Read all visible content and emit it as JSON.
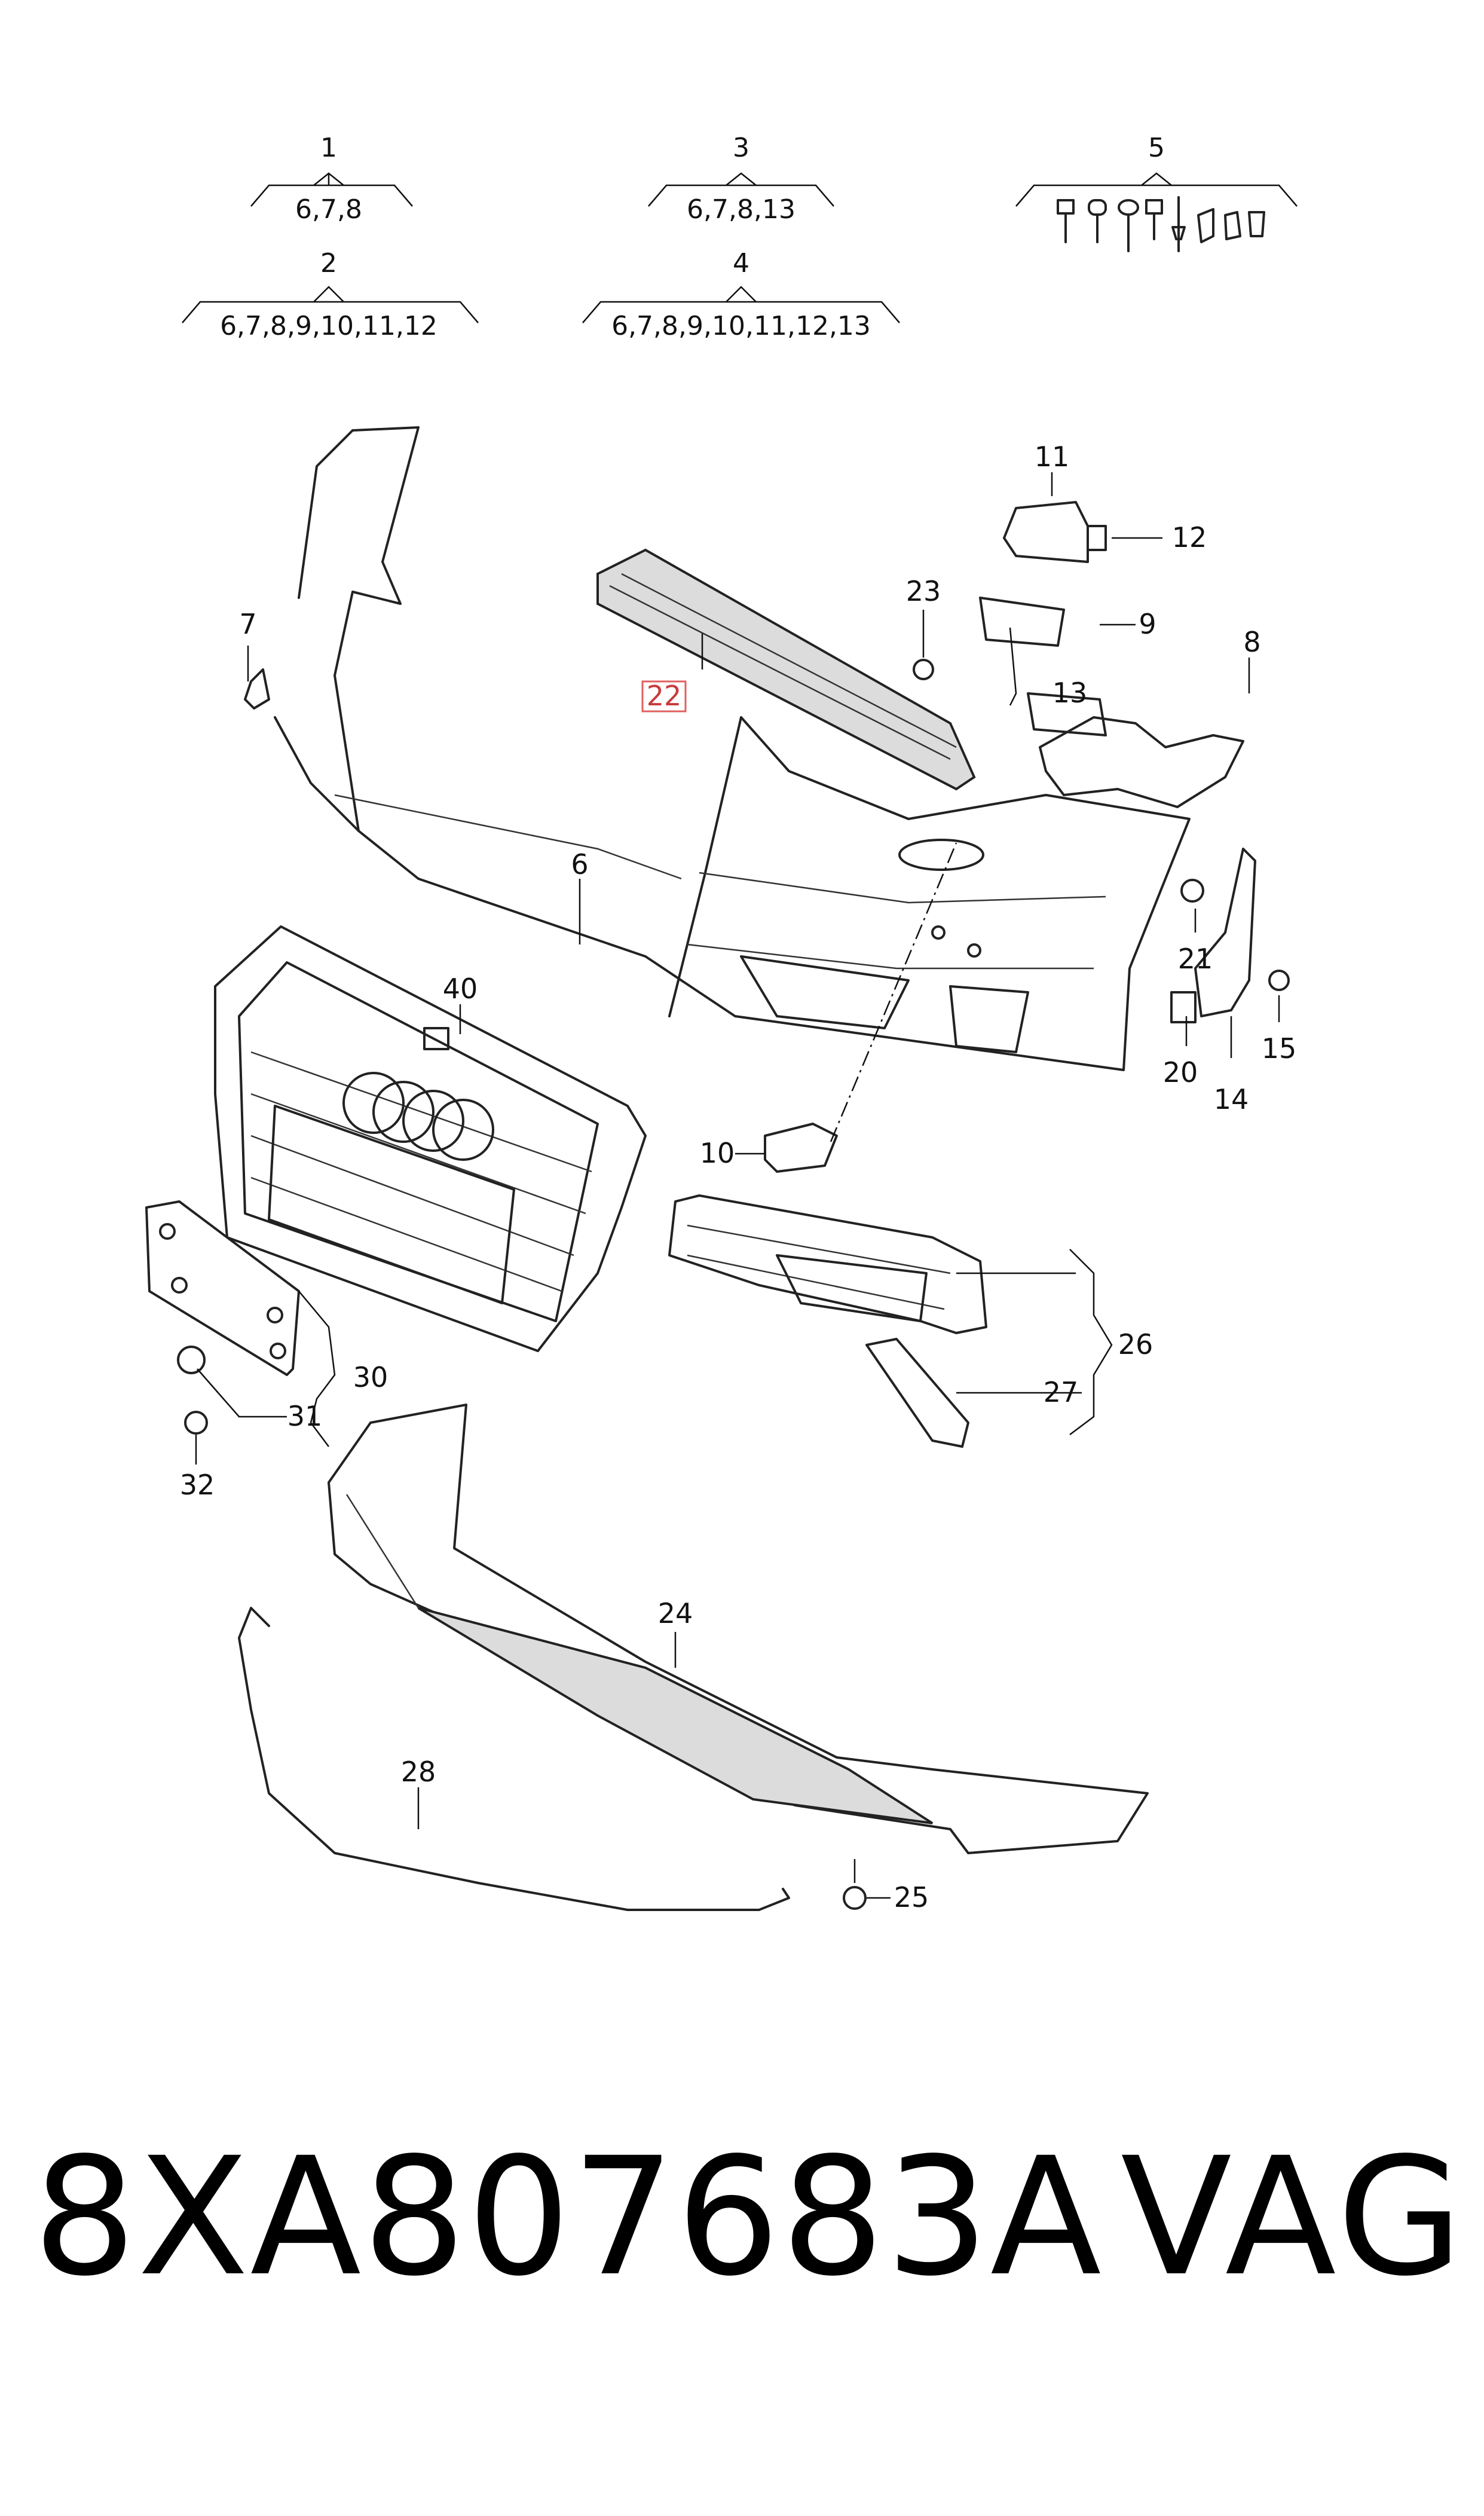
{
  "header_groups": [
    {
      "number": "1",
      "contents": "6,7,8"
    },
    {
      "number": "2",
      "contents": "6,7,8,9,10,11,12"
    },
    {
      "number": "3",
      "contents": "6,7,8,13"
    },
    {
      "number": "4",
      "contents": "6,7,8,9,10,11,12,13"
    },
    {
      "number": "5",
      "contents": ""
    }
  ],
  "callouts": {
    "p6": "6",
    "p7": "7",
    "p8": "8",
    "p9": "9",
    "p10": "10",
    "p11": "11",
    "p12": "12",
    "p13": "13",
    "p14": "14",
    "p15": "15",
    "p20": "20",
    "p21": "21",
    "p22": "22",
    "p23": "23",
    "p24": "24",
    "p25": "25",
    "p26": "26",
    "p27": "27",
    "p28": "28",
    "p30": "30",
    "p31": "31",
    "p32": "32",
    "p40": "40"
  },
  "highlighted_part": "22",
  "highlight_color": "#e06060",
  "footer": {
    "part_number": "8XA807683A",
    "brand": "VAG"
  }
}
